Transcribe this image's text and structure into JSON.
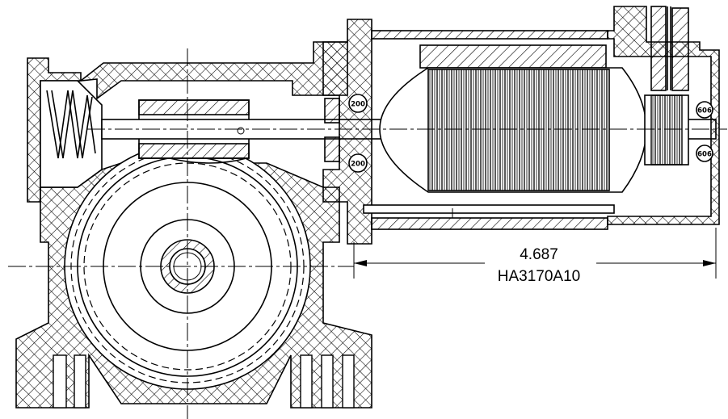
{
  "drawing": {
    "dimension_value": "4.687",
    "part_number": "HA3170A10",
    "callouts": [
      "200",
      "200",
      "606",
      "606"
    ]
  }
}
